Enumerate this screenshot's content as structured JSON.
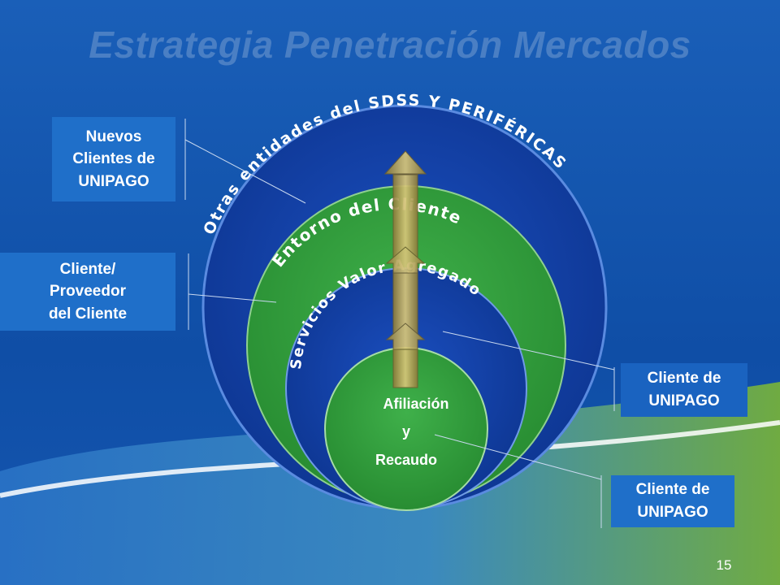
{
  "slide": {
    "title": "Estrategia Penetración Mercados",
    "page_number": "15"
  },
  "rings": {
    "outer_label": "Otras entidades del SDSS Y PERIFÉRICAS",
    "second_label": "Entorno del Cliente",
    "third_label": "Servicios Valor Agregado",
    "core_line1": "Afiliación",
    "core_line2": "y",
    "core_line3": "Recaudo"
  },
  "callouts": {
    "nuevos_clientes": "Nuevos\nClientes de\nUNIPAGO",
    "cliente_proveedor": "Cliente/\nProveedor\ndel Cliente",
    "cliente_unipago_1": "Cliente de\nUNIPAGO",
    "cliente_unipago_2": "Cliente de\nUNIPAGO"
  },
  "colors": {
    "background": "#0f4fa8",
    "ring_blue": "#1347b0",
    "ring_green": "#2f9c3a",
    "accent_green": "#7ab536",
    "title": "#4a7fc4",
    "callout": "#1f6fc9",
    "arrow": "#b4a45a"
  }
}
